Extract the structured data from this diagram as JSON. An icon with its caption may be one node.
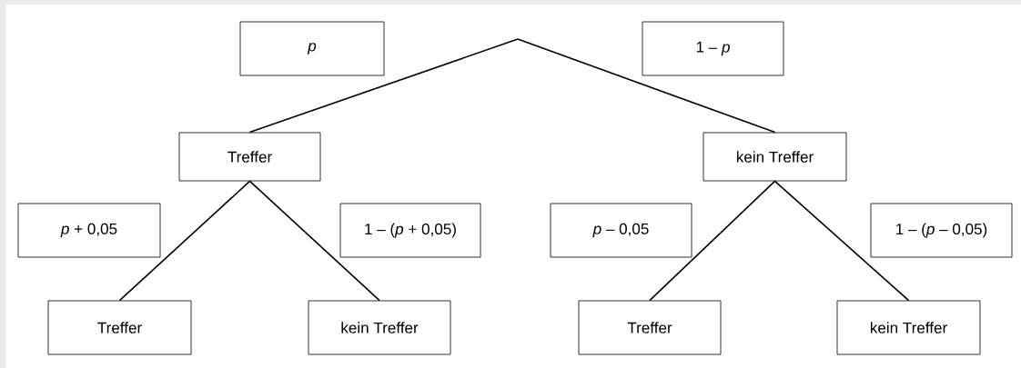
{
  "diagram": {
    "nodes": [
      {
        "text": [
          "p"
        ]
      },
      {
        "text": [
          "1 – *p*"
        ]
      },
      {
        "text": [
          "Treffer"
        ]
      },
      {
        "text": [
          "kein Treffer"
        ]
      },
      {
        "text": [
          "*p* + 0,05"
        ]
      },
      {
        "text": [
          "1 – (*p* + 0,05)"
        ]
      },
      {
        "text": [
          "*p* – 0,05"
        ]
      },
      {
        "text": [
          "1 – (*p* – 0,05)"
        ]
      },
      {
        "text": [
          "Treffer"
        ]
      },
      {
        "text": [
          "kein Treffer"
        ]
      },
      {
        "text": [
          "Treffer"
        ]
      },
      {
        "text": [
          "kein Treffer"
        ]
      }
    ],
    "edges": [
      {
        "from": null,
        "to": 2,
        "arrow": "none"
      },
      {
        "from": null,
        "to": 3,
        "arrow": "none"
      },
      {
        "from": 2,
        "to": 8,
        "arrow": "none"
      },
      {
        "from": 2,
        "to": 9,
        "arrow": "none"
      },
      {
        "from": 3,
        "to": 10,
        "arrow": "none"
      },
      {
        "from": 3,
        "to": 11,
        "arrow": "none"
      }
    ]
  }
}
